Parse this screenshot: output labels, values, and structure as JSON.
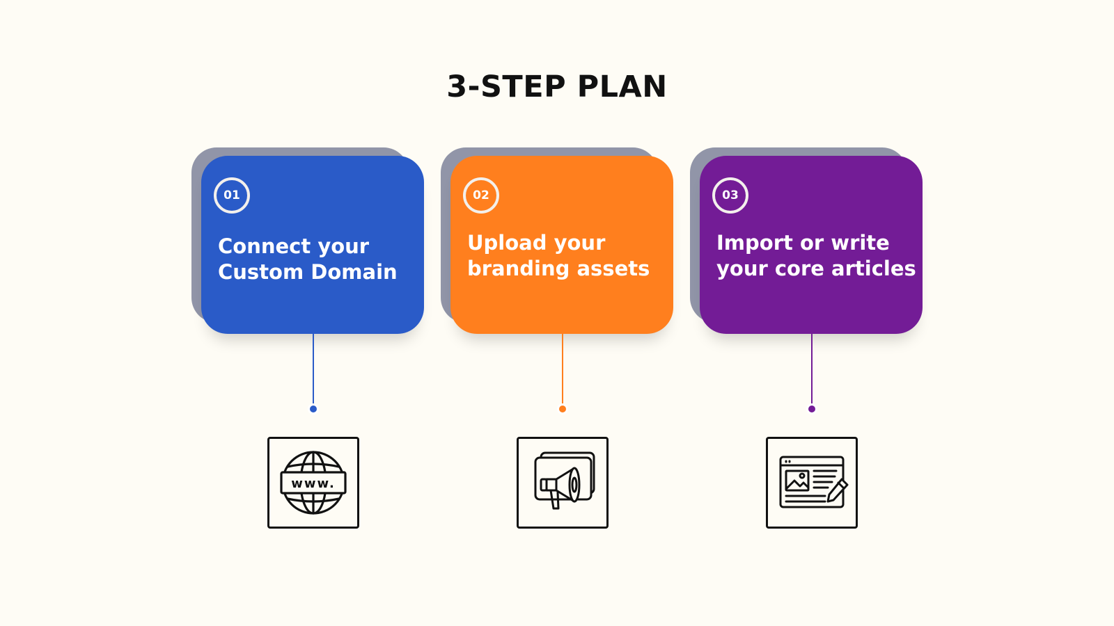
{
  "title": "3-STEP PLAN",
  "steps": [
    {
      "number": "01",
      "text": "Connect your\nCustom Domain",
      "color": "#2A5BC8",
      "icon": "globe-www-icon",
      "icon_label": "www."
    },
    {
      "number": "02",
      "text": "Upload your\nbranding assets",
      "color": "#FF7F1E",
      "icon": "megaphone-icon"
    },
    {
      "number": "03",
      "text": "Import or write\nyour core articles",
      "color": "#731C96",
      "icon": "article-edit-icon"
    }
  ],
  "colors": {
    "background": "#FEFCF5",
    "card_shadow": "#9195A8",
    "title": "#111111"
  }
}
